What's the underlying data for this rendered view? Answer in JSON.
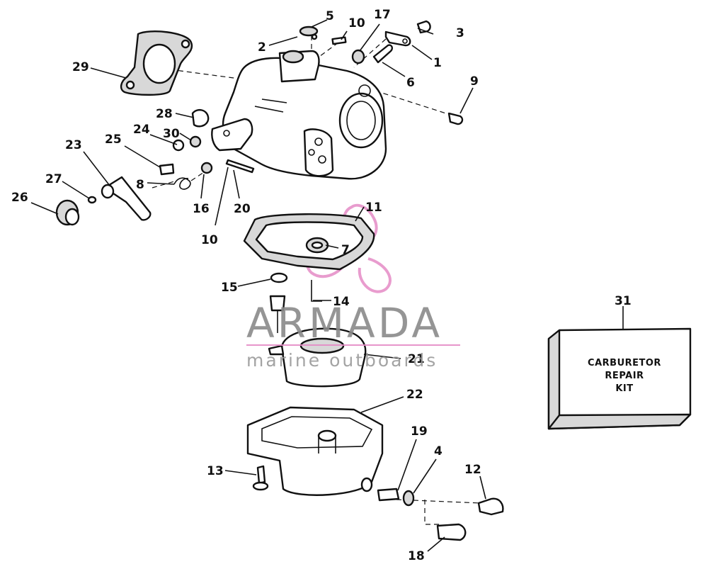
{
  "labels": {
    "p1": "1",
    "p2": "2",
    "p3": "3",
    "p4": "4",
    "p5": "5",
    "p6": "6",
    "p7": "7",
    "p8": "8",
    "p9": "9",
    "p10a": "10",
    "p10b": "10",
    "p11": "11",
    "p12": "12",
    "p13": "13",
    "p14": "14",
    "p15": "15",
    "p16": "16",
    "p17": "17",
    "p18": "18",
    "p19": "19",
    "p20": "20",
    "p21": "21",
    "p22": "22",
    "p23": "23",
    "p24": "24",
    "p25": "25",
    "p26": "26",
    "p27": "27",
    "p28": "28",
    "p29": "29",
    "p30": "30",
    "p31": "31"
  },
  "kit_box": {
    "line1": "CARBURETOR",
    "line2": "REPAIR",
    "line3": "KIT"
  },
  "watermark": {
    "brand": "ARMADA",
    "tagline": "marine outboards",
    "logo_color": "#e58bc6"
  }
}
